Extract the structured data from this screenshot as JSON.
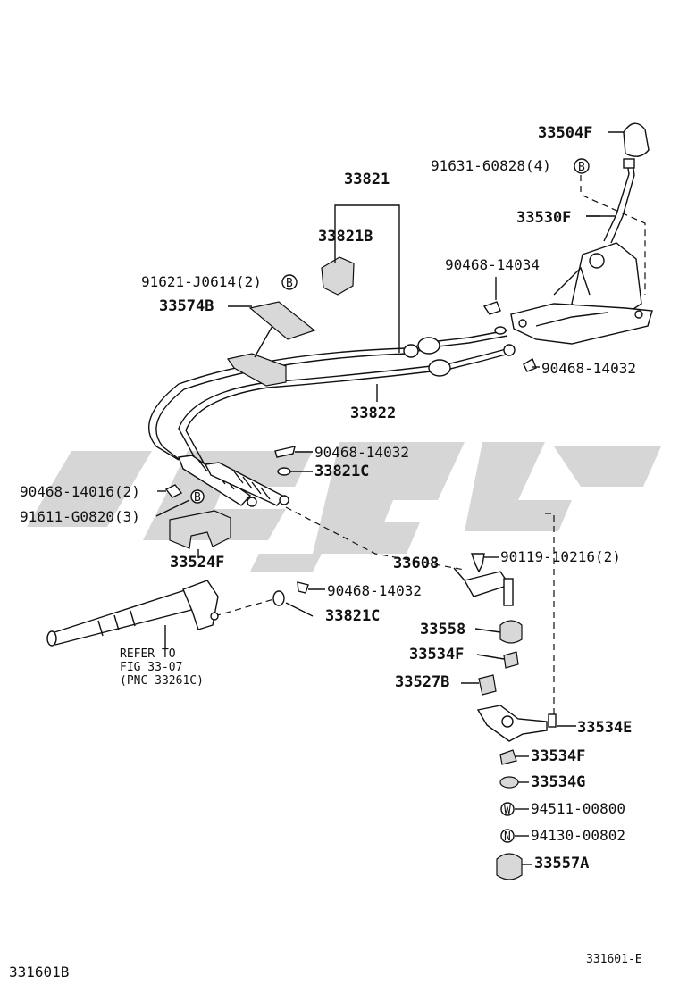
{
  "diagram": {
    "labels": {
      "p33504F": "33504F",
      "p91631_60828": "91631-60828(4)",
      "p33530F": "33530F",
      "p33821": "33821",
      "p33821B": "33821B",
      "p91621_J0614": "91621-J0614(2)",
      "p33574B": "33574B",
      "p90468_14034": "90468-14034",
      "p90468_14032_a": "90468-14032",
      "p33822": "33822",
      "p90468_14032_b": "90468-14032",
      "p33821C_a": "33821C",
      "p90468_14016": "90468-14016(2)",
      "p91611_G0820": "91611-G0820(3)",
      "p33524F": "33524F",
      "p33608": "33608",
      "p90119_10216": "90119-10216(2)",
      "p90468_14032_c": "90468-14032",
      "p33821C_b": "33821C",
      "p33558": "33558",
      "p33534F_a": "33534F",
      "p33527B": "33527B",
      "p33534E": "33534E",
      "p33534F_b": "33534F",
      "p33534G": "33534G",
      "p94511_00800": "94511-00800",
      "p94130_00802": "94130-00802",
      "p33557A": "33557A"
    },
    "marker_letters": {
      "b": "B",
      "w": "W",
      "n": "N"
    },
    "reference_note": {
      "line1": "REFER TO",
      "line2": "FIG 33-07",
      "line3": "(PNC 33261C)"
    },
    "footer": {
      "figure_code_left": "331601B",
      "figure_code_right": "331601-E"
    }
  }
}
